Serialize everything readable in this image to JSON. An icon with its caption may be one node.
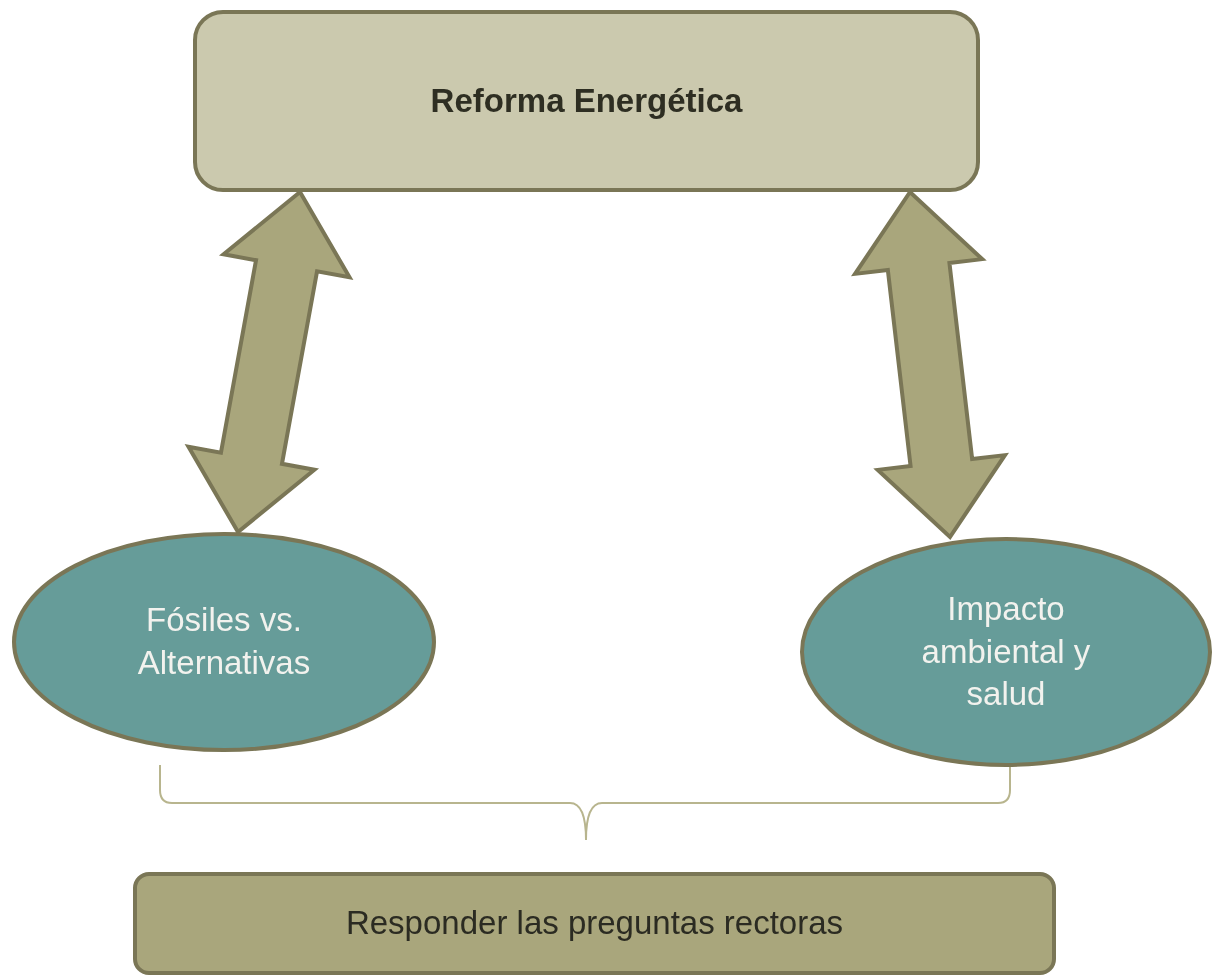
{
  "diagram": {
    "nodes": [
      {
        "text": [
          "Reforma Energética"
        ]
      },
      {
        "text": [
          "Fósiles vs. Alternativas"
        ]
      },
      {
        "text": [
          "Impacto ambiental y salud"
        ]
      },
      {
        "text": [
          "Responder las preguntas rectoras"
        ]
      }
    ],
    "edges": [
      {
        "from": 0,
        "to": 1,
        "arrow": "both"
      },
      {
        "from": 0,
        "to": 2,
        "arrow": "both"
      }
    ]
  }
}
